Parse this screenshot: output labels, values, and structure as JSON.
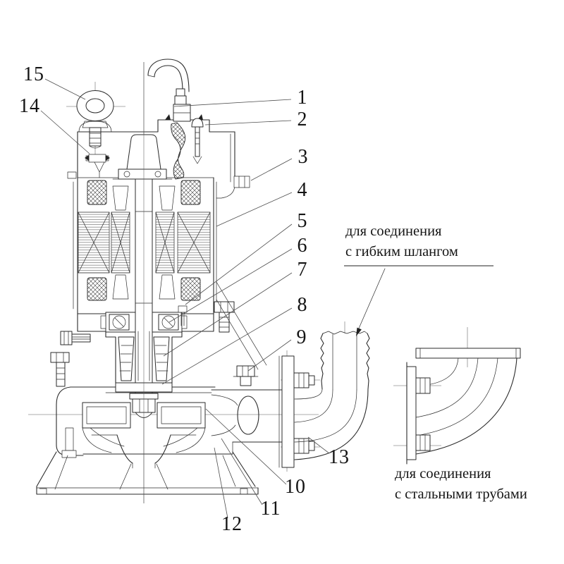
{
  "theme": {
    "line_color": "#2b2b2b",
    "leader_color": "#4f4f4f",
    "text_color": "#141414",
    "background": "#ffffff"
  },
  "callouts": [
    {
      "label": "1"
    },
    {
      "label": "2"
    },
    {
      "label": "3"
    },
    {
      "label": "4"
    },
    {
      "label": "5"
    },
    {
      "label": "6"
    },
    {
      "label": "7"
    },
    {
      "label": "8"
    },
    {
      "label": "9"
    },
    {
      "label": "10"
    },
    {
      "label": "11"
    },
    {
      "label": "12"
    },
    {
      "label": "13"
    },
    {
      "label": "14"
    },
    {
      "label": "15"
    }
  ],
  "annotations": {
    "flexible_hose": {
      "line1": "для соединения",
      "line2": "с гибким шлангом"
    },
    "steel_pipes": {
      "line1": "для соединения",
      "line2": "с стальными трубами"
    }
  }
}
